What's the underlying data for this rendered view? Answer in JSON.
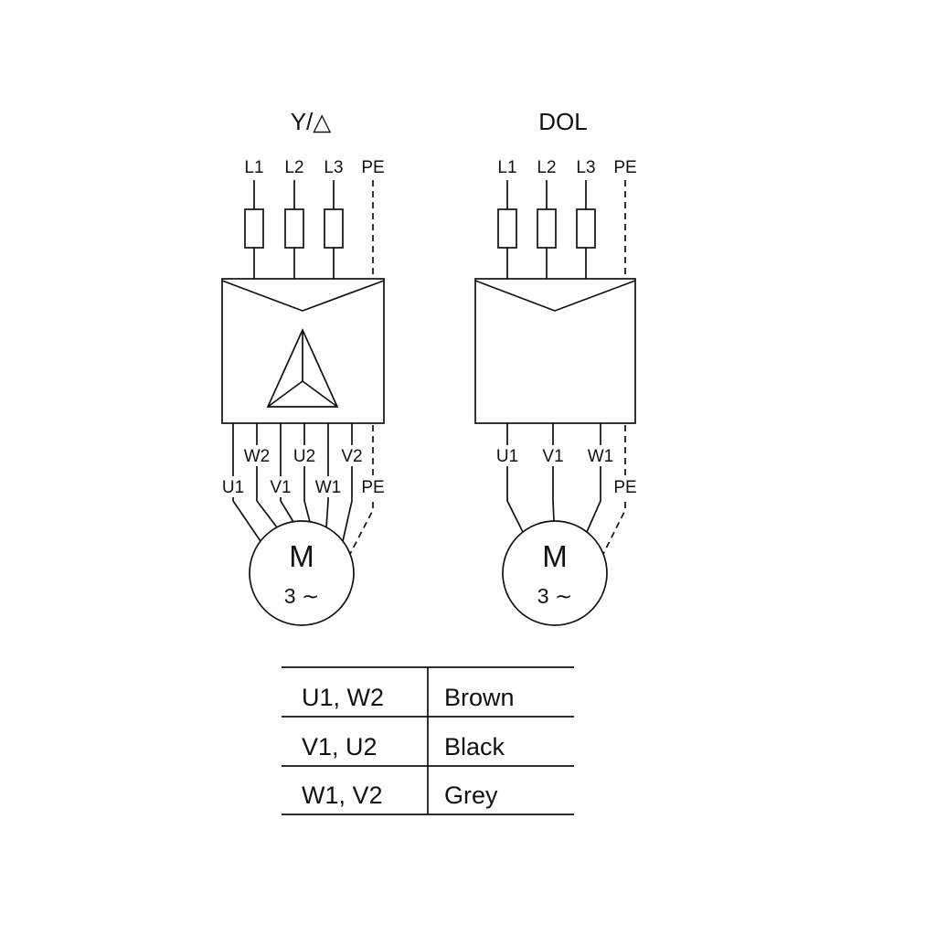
{
  "page": {
    "background": "#ffffff",
    "line_color": "#111111"
  },
  "star_delta": {
    "title": "Y/△",
    "supply": [
      "L1",
      "L2",
      "L3",
      "PE"
    ],
    "upper_terminals": [
      "W2",
      "U2",
      "V2"
    ],
    "lower_terminals": [
      "U1",
      "V1",
      "W1",
      "PE"
    ],
    "motor": {
      "letter": "M",
      "phase": "3 ∼"
    }
  },
  "dol": {
    "title": "DOL",
    "supply": [
      "L1",
      "L2",
      "L3",
      "PE"
    ],
    "terminals": [
      "U1",
      "V1",
      "W1"
    ],
    "pe_label": "PE",
    "motor": {
      "letter": "M",
      "phase": "3 ∼"
    }
  },
  "table": {
    "rows": [
      {
        "terminals": "U1, W2",
        "color": "Brown"
      },
      {
        "terminals": "V1, U2",
        "color": "Black"
      },
      {
        "terminals": "W1, V2",
        "color": "Grey"
      }
    ]
  }
}
